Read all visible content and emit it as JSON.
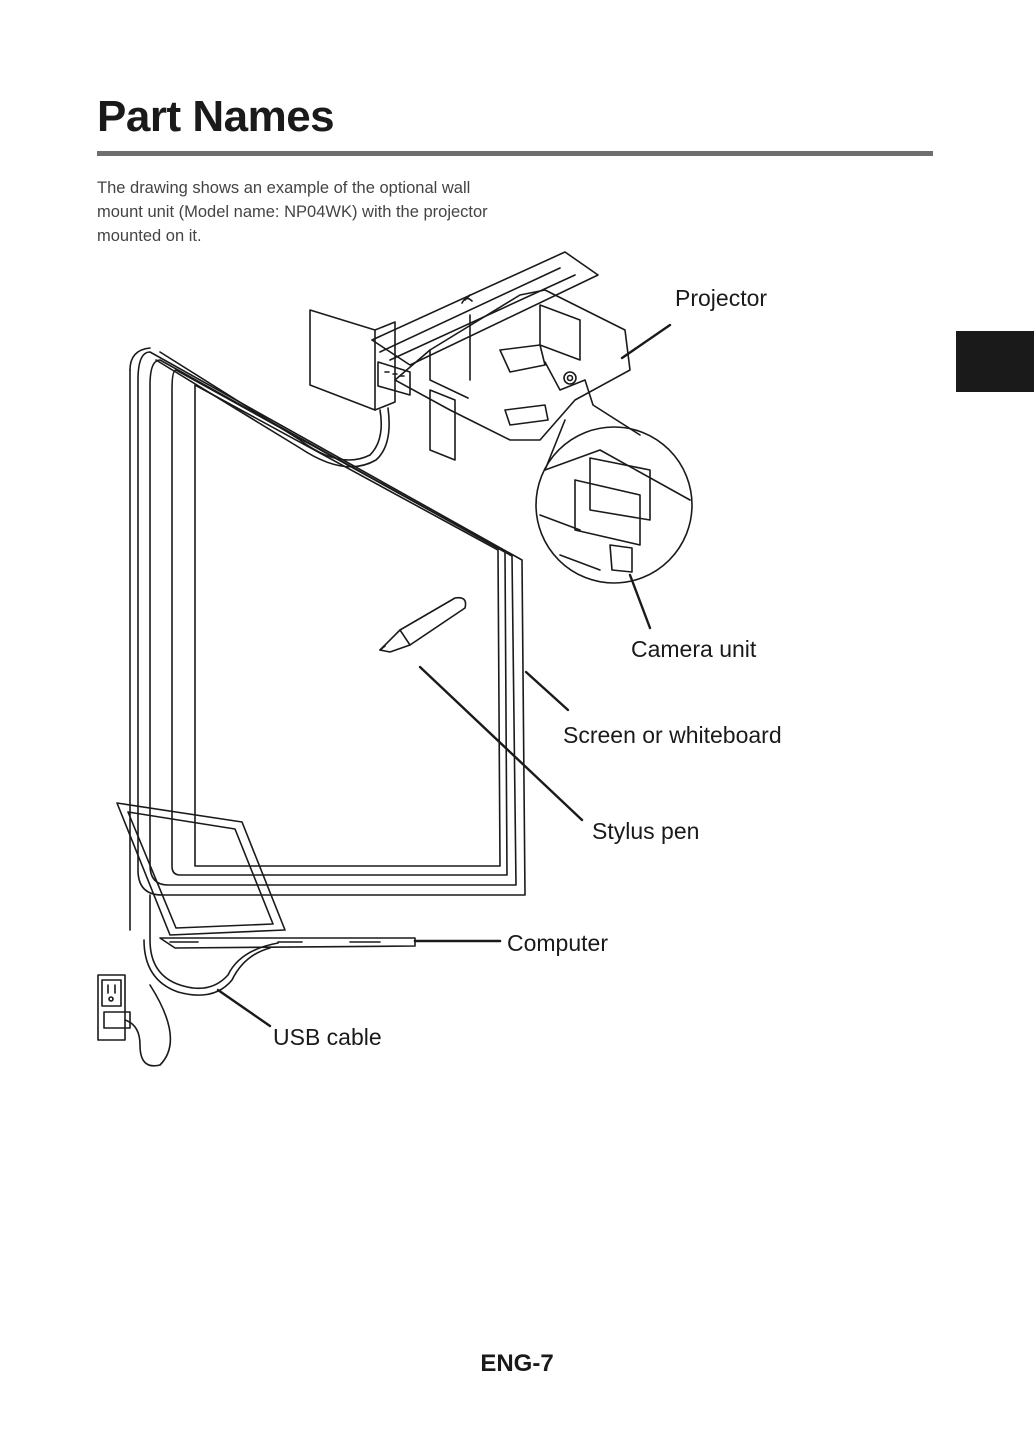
{
  "page": {
    "title": "Part Names",
    "intro": "The drawing shows an example of the optional wall mount unit (Model name: NP04WK) with the projector mounted on it.",
    "page_number": "ENG-7"
  },
  "callouts": {
    "projector": "Projector",
    "camera_unit": "Camera unit",
    "screen": "Screen or whiteboard",
    "stylus": "Stylus pen",
    "computer": "Computer",
    "usb_cable": "USB cable"
  },
  "colors": {
    "ink": "#1a1a1a",
    "rule": "#6e6e6e",
    "tab": "#1a1a1a"
  }
}
